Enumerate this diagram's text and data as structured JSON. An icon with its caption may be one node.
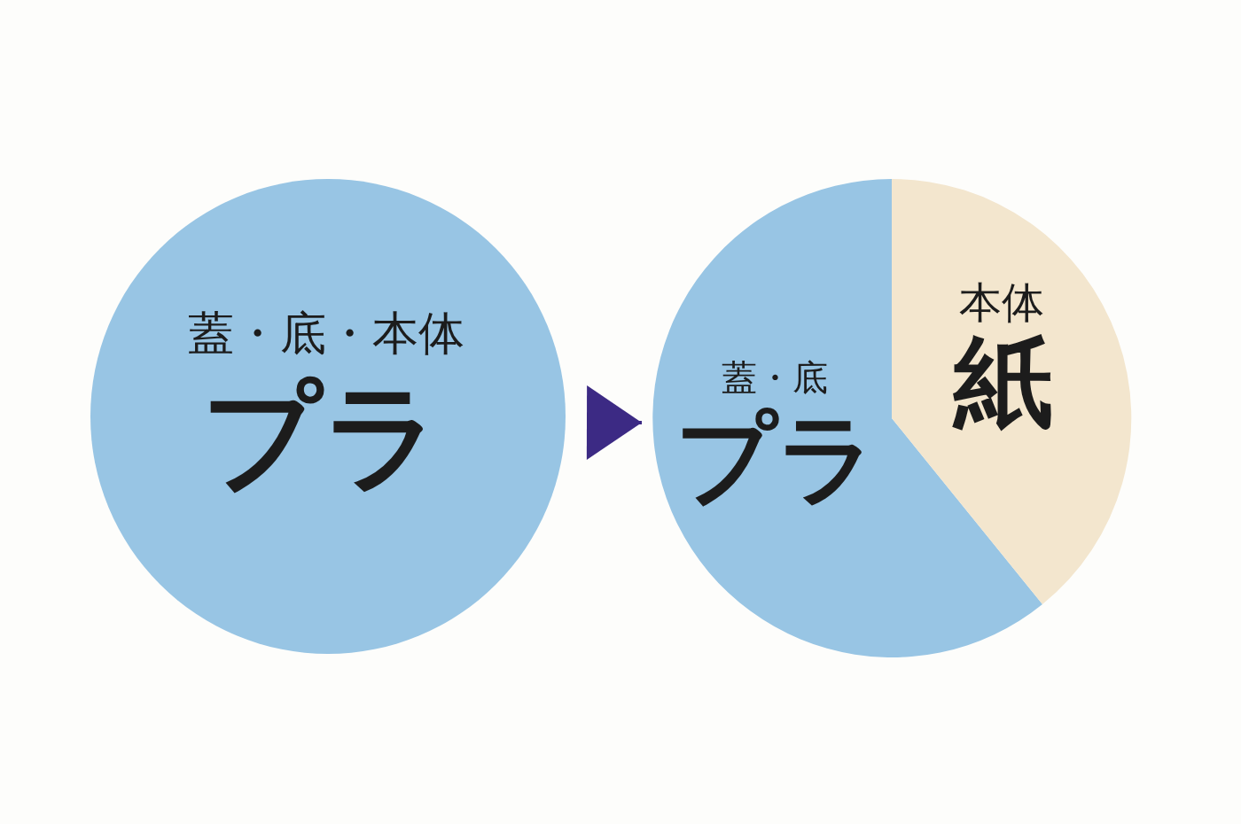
{
  "diagram": {
    "nodes": [
      {
        "text": [
          "蓋・底・本体",
          "プラ"
        ]
      },
      {
        "text": [
          "蓋・底",
          "プラ"
        ]
      },
      {
        "text": [
          "本体",
          "紙"
        ]
      }
    ],
    "edges": [
      {
        "from": 0,
        "to": 1,
        "arrow": "to"
      }
    ]
  }
}
